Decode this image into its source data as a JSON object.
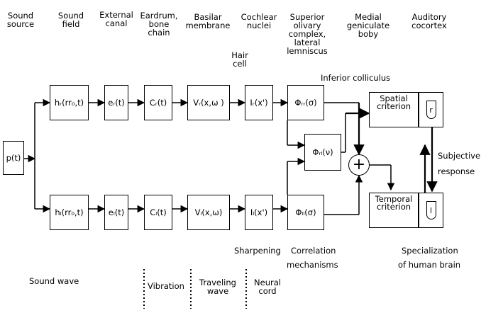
{
  "top_labels": [
    "Sound\nsource",
    "Sound\nfield",
    "External\ncanal",
    "Eardrum,\nbone\nchain",
    "Basilar\nmembrane",
    "Cochlear\nnuclei",
    "Superior\nolivary\ncomplex,\nlateral\nlemniscus",
    "Medial\ngeniculate\nboby",
    "Auditory\ncocortex"
  ],
  "hair_cell": "Hair\ncell",
  "inferior_colliculus": "Inferior colliculus",
  "source_box": "p(t)",
  "upper_chain": [
    "hᵣ(rr₀,t)",
    "eᵣ(t)",
    "Cᵣ(t)",
    "Vᵣ(x,ω )",
    "Iᵣ(x')",
    "Φᵣᵣ(σ)"
  ],
  "lower_chain": [
    "hₗ(rr₀,t)",
    "eₗ(t)",
    "Cₗ(t)",
    "Vₗ(x,ω)",
    "Iₗ(x')",
    "Φₗₗ(σ)"
  ],
  "cross_box": "Φᵣₗ(ν)",
  "summer_symbol": "+",
  "spatial_criterion": "Spatial\ncriterion",
  "temporal_criterion": "Temporal\ncriterion",
  "hemisphere_right": "r",
  "hemisphere_left": "l",
  "subjective": "Subjective",
  "response": "response",
  "sharpening": "Sharpening",
  "correlation": "Correlation",
  "mechanisms": "mechanisms",
  "specialization": "Specialization",
  "of_human_brain": "of human brain",
  "sound_wave": "Sound wave",
  "vibration": "Vibration",
  "traveling_wave": "Traveling\nwave",
  "neural_cord": "Neural\ncord"
}
